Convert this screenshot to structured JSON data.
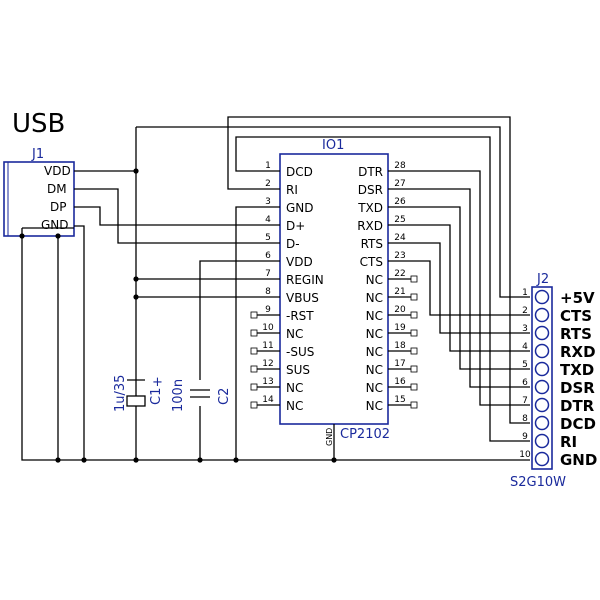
{
  "title": "USB",
  "connector_j1": {
    "ref": "J1",
    "pins": [
      "VDD",
      "DM",
      "DP",
      "GND"
    ]
  },
  "chip": {
    "ref": "IO1",
    "part": "CP2102",
    "gnd_label": "GND",
    "left_pins": [
      {
        "num": "1",
        "name": "DCD"
      },
      {
        "num": "2",
        "name": "RI"
      },
      {
        "num": "3",
        "name": "GND"
      },
      {
        "num": "4",
        "name": "D+"
      },
      {
        "num": "5",
        "name": "D-"
      },
      {
        "num": "6",
        "name": "VDD"
      },
      {
        "num": "7",
        "name": "REGIN"
      },
      {
        "num": "8",
        "name": "VBUS"
      },
      {
        "num": "9",
        "name": "-RST"
      },
      {
        "num": "10",
        "name": "NC"
      },
      {
        "num": "11",
        "name": "-SUS"
      },
      {
        "num": "12",
        "name": "SUS"
      },
      {
        "num": "13",
        "name": "NC"
      },
      {
        "num": "14",
        "name": "NC"
      }
    ],
    "right_pins": [
      {
        "num": "28",
        "name": "DTR"
      },
      {
        "num": "27",
        "name": "DSR"
      },
      {
        "num": "26",
        "name": "TXD"
      },
      {
        "num": "25",
        "name": "RXD"
      },
      {
        "num": "24",
        "name": "RTS"
      },
      {
        "num": "23",
        "name": "CTS"
      },
      {
        "num": "22",
        "name": "NC"
      },
      {
        "num": "21",
        "name": "NC"
      },
      {
        "num": "20",
        "name": "NC"
      },
      {
        "num": "19",
        "name": "NC"
      },
      {
        "num": "18",
        "name": "NC"
      },
      {
        "num": "17",
        "name": "NC"
      },
      {
        "num": "16",
        "name": "NC"
      },
      {
        "num": "15",
        "name": "NC"
      }
    ]
  },
  "c1": {
    "ref": "C1",
    "value": "1u/35",
    "polarity": "+"
  },
  "c2": {
    "ref": "C2",
    "value": "100n"
  },
  "connector_j2": {
    "ref": "J2",
    "part": "S2G10W",
    "pins": [
      {
        "num": "1",
        "signal": "+5V"
      },
      {
        "num": "2",
        "signal": "CTS"
      },
      {
        "num": "3",
        "signal": "RTS"
      },
      {
        "num": "4",
        "signal": "RXD"
      },
      {
        "num": "5",
        "signal": "TXD"
      },
      {
        "num": "6",
        "signal": "DSR"
      },
      {
        "num": "7",
        "signal": "DTR"
      },
      {
        "num": "8",
        "signal": "DCD"
      },
      {
        "num": "9",
        "signal": "RI"
      },
      {
        "num": "10",
        "signal": "GND"
      }
    ]
  },
  "colors": {
    "component": "#1a2a9c",
    "wire": "#000000"
  }
}
